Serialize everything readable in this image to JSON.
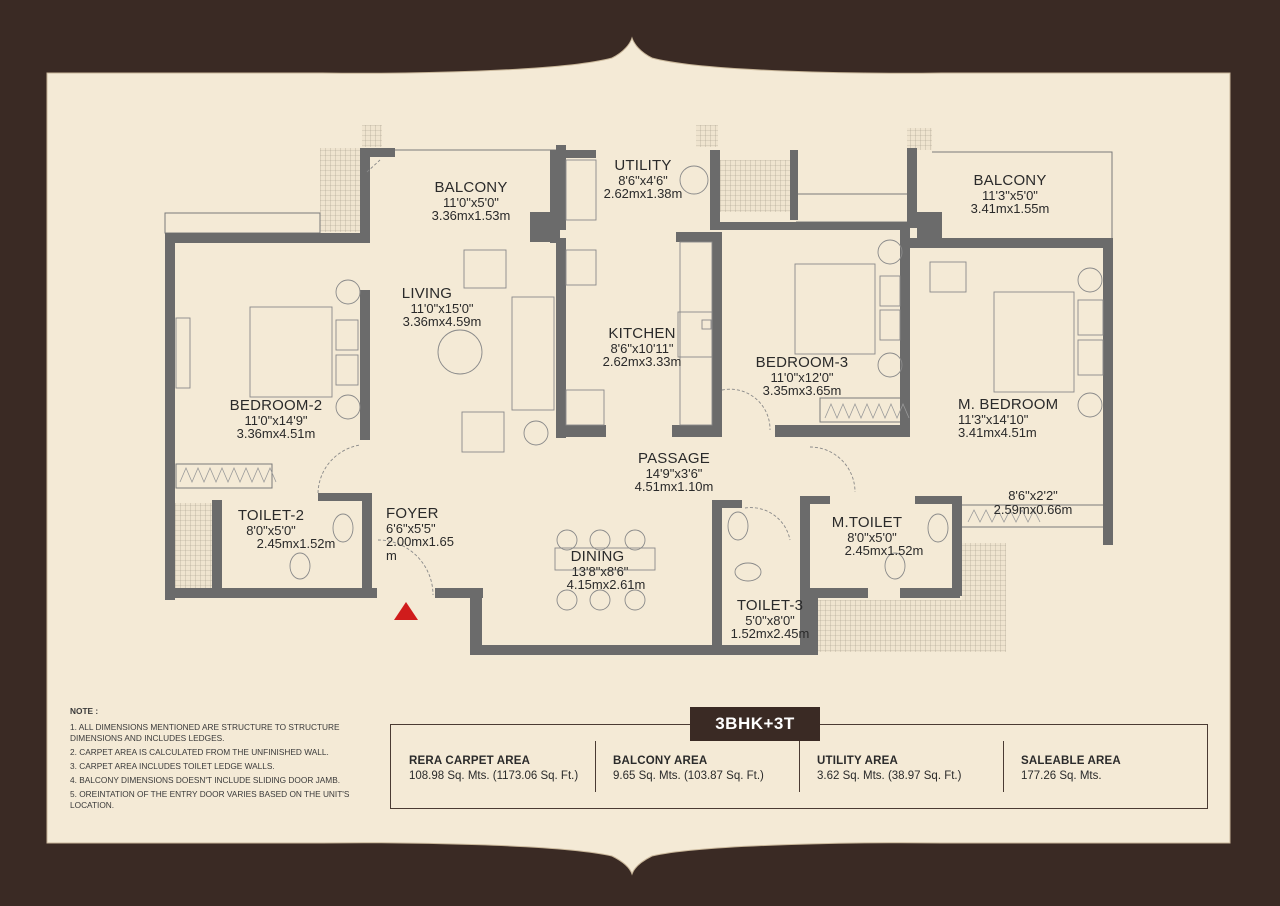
{
  "unit_type": "3BHK+3T",
  "rooms": [
    {
      "id": "balcony-1",
      "name": "BALCONY",
      "dim_ft": "11'0\"x5'0\"",
      "dim_m": "3.36mx1.53m"
    },
    {
      "id": "utility",
      "name": "UTILITY",
      "dim_ft": "8'6\"x4'6\"",
      "dim_m": "2.62mx1.38m"
    },
    {
      "id": "balcony-2",
      "name": "BALCONY",
      "dim_ft": "11'3\"x5'0\"",
      "dim_m": "3.41mx1.55m"
    },
    {
      "id": "living",
      "name": "LIVING",
      "dim_ft": "11'0\"x15'0\"",
      "dim_m": "3.36mx4.59m"
    },
    {
      "id": "kitchen",
      "name": "KITCHEN",
      "dim_ft": "8'6\"x10'11\"",
      "dim_m": "2.62mx3.33m"
    },
    {
      "id": "bedroom-3",
      "name": "BEDROOM-3",
      "dim_ft": "11'0\"x12'0\"",
      "dim_m": "3.35mx3.65m"
    },
    {
      "id": "m-bedroom",
      "name": "M. BEDROOM",
      "dim_ft": "11'3\"x14'10\"",
      "dim_m": "3.41mx4.51m"
    },
    {
      "id": "bedroom-2",
      "name": "BEDROOM-2",
      "dim_ft": "11'0\"x14'9\"",
      "dim_m": "3.36mx4.51m"
    },
    {
      "id": "passage",
      "name": "PASSAGE",
      "dim_ft": "14'9\"x3'6\"",
      "dim_m": "4.51mx1.10m"
    },
    {
      "id": "mb-balcony",
      "name": "",
      "dim_ft": "8'6\"x2'2\"",
      "dim_m": "2.59mx0.66m"
    },
    {
      "id": "toilet-2",
      "name": "TOILET-2",
      "dim_ft": "8'0\"x5'0\"",
      "dim_m": "2.45mx1.52m"
    },
    {
      "id": "foyer",
      "name": "FOYER",
      "dim_ft": "6'6\"x5'5\"",
      "dim_m": "2.00mx1.65",
      "dim_m2": "m"
    },
    {
      "id": "dining",
      "name": "DINING",
      "dim_ft": "13'8\"x8'6\"",
      "dim_m": "4.15mx2.61m"
    },
    {
      "id": "m-toilet",
      "name": "M.TOILET",
      "dim_ft": "8'0\"x5'0\"",
      "dim_m": "2.45mx1.52m"
    },
    {
      "id": "toilet-3",
      "name": "TOILET-3",
      "dim_ft": "5'0\"x8'0\"",
      "dim_m": "1.52mx2.45m"
    }
  ],
  "notes": {
    "title": "NOTE :",
    "items": [
      "1. ALL DIMENSIONS MENTIONED ARE STRUCTURE TO STRUCTURE DIMENSIONS AND INCLUDES LEDGES.",
      "2. CARPET AREA IS CALCULATED FROM THE UNFINISHED WALL.",
      "3. CARPET AREA INCLUDES TOILET LEDGE WALLS.",
      "4. BALCONY DIMENSIONS DOESN'T INCLUDE SLIDING DOOR JAMB.",
      "5. OREINTATION OF THE ENTRY DOOR VARIES BASED ON THE UNIT'S LOCATION."
    ]
  },
  "areas": [
    {
      "label": "RERA CARPET AREA",
      "value": "108.98 Sq. Mts. (1173.06 Sq. Ft.)"
    },
    {
      "label": "BALCONY AREA",
      "value": "9.65 Sq. Mts. (103.87 Sq. Ft.)"
    },
    {
      "label": "UTILITY AREA",
      "value": "3.62 Sq. Mts. (38.97 Sq. Ft.)"
    },
    {
      "label": "SALEABLE AREA",
      "value": "177.26 Sq. Mts."
    }
  ],
  "colors": {
    "frame": "#3a2a24",
    "paper": "#f4ead6",
    "wall": "#6b6b6b",
    "entry_marker": "#d01c1c"
  }
}
